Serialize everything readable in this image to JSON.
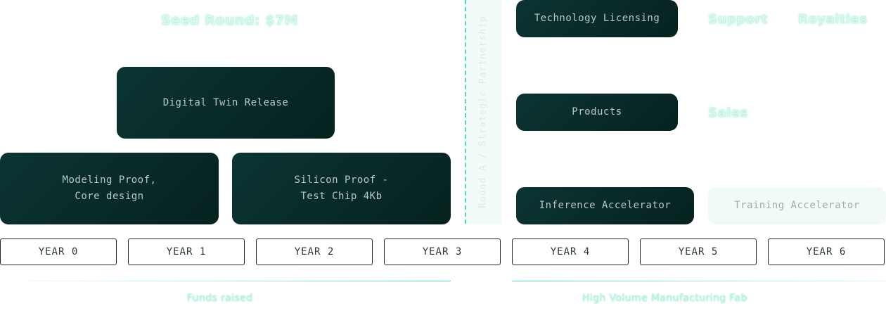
{
  "seed_round": "Seed Round: $7M",
  "vertical_label": "Round A / Strategic Partnership",
  "boxes": {
    "digital_twin": "Digital Twin Release",
    "modeling": "Modeling Proof,\nCore design",
    "silicon": "Silicon Proof -\nTest Chip 4Kb",
    "tech_licensing": "Technology Licensing",
    "products": "Products",
    "inference": "Inference Accelerator",
    "training": "Training Accelerator"
  },
  "revenue_labels": {
    "support": "Support",
    "royalties": "Royalties",
    "sales": "Sales"
  },
  "years": [
    "YEAR 0",
    "YEAR 1",
    "YEAR 2",
    "YEAR 3",
    "YEAR 4",
    "YEAR 5",
    "YEAR 6"
  ],
  "captions": {
    "funds_raised": "Funds raised",
    "fab": "High Volume Manufacturing Fab"
  },
  "colors": {
    "box_dark": "#0b3433",
    "accent": "#55d6c6",
    "glow_text": "#7fe0bf"
  }
}
